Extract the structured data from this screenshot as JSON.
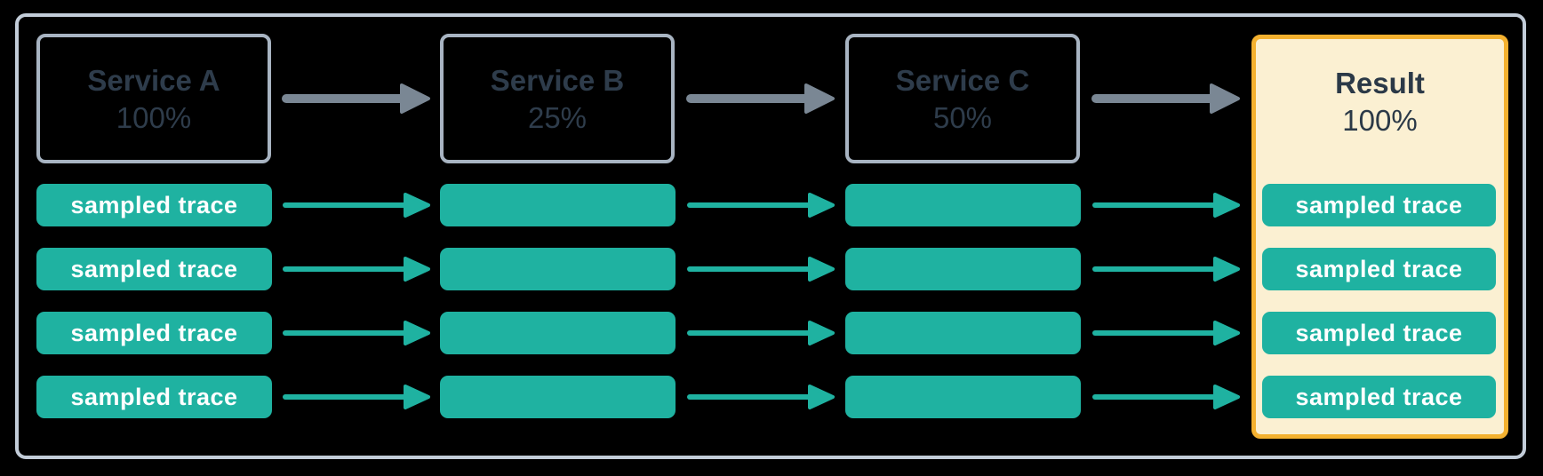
{
  "diagram": {
    "description": "Trace sampling flow across services",
    "columns": [
      {
        "id": "service-a",
        "title": "Service A",
        "value": "100%",
        "traces": [
          "sampled trace",
          "sampled trace",
          "sampled trace",
          "sampled trace"
        ]
      },
      {
        "id": "service-b",
        "title": "Service B",
        "value": "25%",
        "traces": [
          "",
          "",
          "",
          ""
        ]
      },
      {
        "id": "service-c",
        "title": "Service C",
        "value": "50%",
        "traces": [
          "",
          "",
          "",
          ""
        ]
      },
      {
        "id": "result",
        "title": "Result",
        "value": "100%",
        "traces": [
          "sampled trace",
          "sampled trace",
          "sampled trace",
          "sampled trace"
        ]
      }
    ],
    "colors": {
      "background": "#000000",
      "frame_border": "#C2CCD8",
      "service_box_border": "#A8B4C2",
      "service_text": "#2E3C4B",
      "trace_pill": "#1FB2A1",
      "trace_text": "#FFFFFF",
      "flow_arrow": "#7A8794",
      "trace_arrow": "#1FB2A1",
      "result_background": "#FBF0D2",
      "result_border": "#F4B12F",
      "result_text": "#2B3947"
    }
  }
}
